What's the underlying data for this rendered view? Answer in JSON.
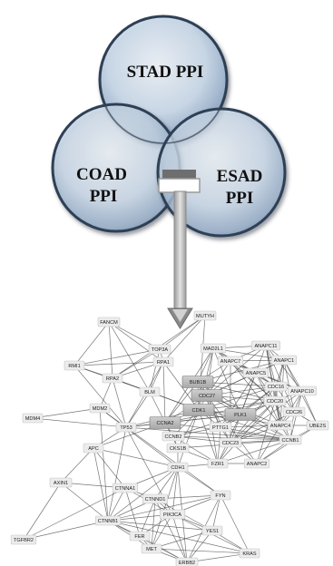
{
  "venn": {
    "top": {
      "label": "STAD PPI"
    },
    "left": {
      "label_line1": "COAD",
      "label_line2": "PPI"
    },
    "right": {
      "label_line1": "ESAD",
      "label_line2": "PPI"
    }
  },
  "network": {
    "nodes": [
      {
        "id": "FANCM",
        "label": "FANCM",
        "hub": false
      },
      {
        "id": "MUTYH",
        "label": "MUTYH",
        "hub": false
      },
      {
        "id": "TOP3A",
        "label": "TOP3A",
        "hub": false
      },
      {
        "id": "RMI1",
        "label": "RMI1",
        "hub": false
      },
      {
        "id": "RPA1",
        "label": "RPA1",
        "hub": false
      },
      {
        "id": "RPA2",
        "label": "RPA2",
        "hub": false
      },
      {
        "id": "MAD2L1",
        "label": "MAD2L1",
        "hub": false
      },
      {
        "id": "ANAPC11",
        "label": "ANAPC11",
        "hub": false
      },
      {
        "id": "ANAPC7",
        "label": "ANAPC7",
        "hub": false
      },
      {
        "id": "ANAPC1",
        "label": "ANAPC1",
        "hub": false
      },
      {
        "id": "ANAPC5",
        "label": "ANAPC5",
        "hub": false
      },
      {
        "id": "BUB1B",
        "label": "BUB1B",
        "hub": true
      },
      {
        "id": "BLM",
        "label": "BLM",
        "hub": false
      },
      {
        "id": "CDC27",
        "label": "CDC27",
        "hub": true
      },
      {
        "id": "CDC16",
        "label": "CDC16",
        "hub": false
      },
      {
        "id": "ANAPC10",
        "label": "ANAPC10",
        "hub": false
      },
      {
        "id": "MDM2",
        "label": "MDM2",
        "hub": false
      },
      {
        "id": "CDC20",
        "label": "CDC20",
        "hub": false
      },
      {
        "id": "CDK1",
        "label": "CDK1",
        "hub": true
      },
      {
        "id": "MDM4",
        "label": "MDM4",
        "hub": false
      },
      {
        "id": "TP53",
        "label": "TP53",
        "hub": false
      },
      {
        "id": "CCNA2",
        "label": "CCNA2",
        "hub": true
      },
      {
        "id": "PLK1",
        "label": "PLK1",
        "hub": true
      },
      {
        "id": "CDC26",
        "label": "CDC26",
        "hub": false
      },
      {
        "id": "PTTG1",
        "label": "PTTG1",
        "hub": false
      },
      {
        "id": "ANAPC4",
        "label": "ANAPC4",
        "hub": false
      },
      {
        "id": "UBE2S",
        "label": "UBE2S",
        "hub": false
      },
      {
        "id": "CCNB2",
        "label": "CCNB2",
        "hub": false
      },
      {
        "id": "CDC23",
        "label": "CDC23",
        "hub": false
      },
      {
        "id": "CCNB1",
        "label": "CCNB1",
        "hub": false
      },
      {
        "id": "APC",
        "label": "APC",
        "hub": false
      },
      {
        "id": "CKS1B",
        "label": "CKS1B",
        "hub": false
      },
      {
        "id": "FZR1",
        "label": "FZR1",
        "hub": false
      },
      {
        "id": "ANAPC2",
        "label": "ANAPC2",
        "hub": false
      },
      {
        "id": "CDH1",
        "label": "CDH1",
        "hub": false
      },
      {
        "id": "AXIN1",
        "label": "AXIN1",
        "hub": false
      },
      {
        "id": "CTNNA1",
        "label": "CTNNA1",
        "hub": false
      },
      {
        "id": "CTNND1",
        "label": "CTNND1",
        "hub": false
      },
      {
        "id": "FYN",
        "label": "FYN",
        "hub": false
      },
      {
        "id": "PIK3CA",
        "label": "PIK3CA",
        "hub": false
      },
      {
        "id": "CTNNB1",
        "label": "CTNNB1",
        "hub": false
      },
      {
        "id": "YES1",
        "label": "YES1",
        "hub": false
      },
      {
        "id": "FER",
        "label": "FER",
        "hub": false
      },
      {
        "id": "TGFBR2",
        "label": "TGFBR2",
        "hub": false
      },
      {
        "id": "MET",
        "label": "MET",
        "hub": false
      },
      {
        "id": "ERBB2",
        "label": "ERBB2",
        "hub": false
      },
      {
        "id": "KRAS",
        "label": "KRAS",
        "hub": false
      }
    ],
    "edges": [
      [
        "FANCM",
        "TOP3A"
      ],
      [
        "FANCM",
        "RMI1"
      ],
      [
        "FANCM",
        "RPA1"
      ],
      [
        "FANCM",
        "RPA2"
      ],
      [
        "FANCM",
        "BLM"
      ],
      [
        "RMI1",
        "TOP3A"
      ],
      [
        "RMI1",
        "RPA1"
      ],
      [
        "RMI1",
        "RPA2"
      ],
      [
        "RMI1",
        "BLM"
      ],
      [
        "RMI1",
        "TP53"
      ],
      [
        "TOP3A",
        "RPA1"
      ],
      [
        "TOP3A",
        "BLM"
      ],
      [
        "TOP3A",
        "RPA2"
      ],
      [
        "TOP3A",
        "MUTYH"
      ],
      [
        "MUTYH",
        "RPA1"
      ],
      [
        "MUTYH",
        "RPA2"
      ],
      [
        "MUTYH",
        "CDK1"
      ],
      [
        "RPA1",
        "RPA2"
      ],
      [
        "RPA1",
        "BLM"
      ],
      [
        "RPA1",
        "TP53"
      ],
      [
        "RPA1",
        "CDK1"
      ],
      [
        "RPA1",
        "CCNA2"
      ],
      [
        "RPA2",
        "BLM"
      ],
      [
        "RPA2",
        "TP53"
      ],
      [
        "RPA2",
        "CDK1"
      ],
      [
        "RPA2",
        "MDM2"
      ],
      [
        "BLM",
        "TP53"
      ],
      [
        "BLM",
        "CDK1"
      ],
      [
        "BLM",
        "CCNA2"
      ],
      [
        "MDM2",
        "TP53"
      ],
      [
        "MDM2",
        "MDM4"
      ],
      [
        "MDM4",
        "TP53"
      ],
      [
        "MDM2",
        "CDH1"
      ],
      [
        "MDM2",
        "CTNNB1"
      ],
      [
        "TP53",
        "CDK1"
      ],
      [
        "TP53",
        "CCNA2"
      ],
      [
        "TP53",
        "PLK1"
      ],
      [
        "TP53",
        "CCNB1"
      ],
      [
        "TP53",
        "CTNNB1"
      ],
      [
        "TP53",
        "PIK3CA"
      ],
      [
        "TP53",
        "APC"
      ],
      [
        "TP53",
        "FYN"
      ],
      [
        "CCNA2",
        "CDK1"
      ],
      [
        "CCNA2",
        "CCNB2"
      ],
      [
        "CCNA2",
        "CKS1B"
      ],
      [
        "CCNA2",
        "CCNB1"
      ],
      [
        "CCNA2",
        "CDC20"
      ],
      [
        "CCNA2",
        "PLK1"
      ],
      [
        "CCNA2",
        "BUB1B"
      ],
      [
        "CCNA2",
        "CDC27"
      ],
      [
        "CCNA2",
        "MAD2L1"
      ],
      [
        "CDK1",
        "PLK1"
      ],
      [
        "CDK1",
        "CCNB1"
      ],
      [
        "CDK1",
        "CCNB2"
      ],
      [
        "CDK1",
        "CDC20"
      ],
      [
        "CDK1",
        "CKS1B"
      ],
      [
        "CDK1",
        "BUB1B"
      ],
      [
        "CDK1",
        "MAD2L1"
      ],
      [
        "CDK1",
        "CDC27"
      ],
      [
        "CDK1",
        "PTTG1"
      ],
      [
        "CDK1",
        "FZR1"
      ],
      [
        "CDK1",
        "CDC16"
      ],
      [
        "CDK1",
        "ANAPC4"
      ],
      [
        "PLK1",
        "CCNB1"
      ],
      [
        "PLK1",
        "CDC20"
      ],
      [
        "PLK1",
        "BUB1B"
      ],
      [
        "PLK1",
        "MAD2L1"
      ],
      [
        "PLK1",
        "CDC16"
      ],
      [
        "PLK1",
        "CDC27"
      ],
      [
        "PLK1",
        "PTTG1"
      ],
      [
        "PLK1",
        "CCNB2"
      ],
      [
        "PLK1",
        "FZR1"
      ],
      [
        "PLK1",
        "ANAPC5"
      ],
      [
        "BUB1B",
        "MAD2L1"
      ],
      [
        "BUB1B",
        "CDC20"
      ],
      [
        "BUB1B",
        "CDC27"
      ],
      [
        "BUB1B",
        "CDC16"
      ],
      [
        "BUB1B",
        "ANAPC7"
      ],
      [
        "BUB1B",
        "ANAPC1"
      ],
      [
        "BUB1B",
        "PTTG1"
      ],
      [
        "BUB1B",
        "CCNB1"
      ],
      [
        "MAD2L1",
        "CDC20"
      ],
      [
        "MAD2L1",
        "ANAPC11"
      ],
      [
        "MAD2L1",
        "ANAPC7"
      ],
      [
        "MAD2L1",
        "CDC27"
      ],
      [
        "MAD2L1",
        "ANAPC5"
      ],
      [
        "MAD2L1",
        "CDC16"
      ],
      [
        "MAD2L1",
        "ANAPC1"
      ],
      [
        "ANAPC11",
        "ANAPC7"
      ],
      [
        "ANAPC11",
        "ANAPC1"
      ],
      [
        "ANAPC11",
        "ANAPC5"
      ],
      [
        "ANAPC11",
        "CDC16"
      ],
      [
        "ANAPC11",
        "CDC20"
      ],
      [
        "ANAPC11",
        "ANAPC10"
      ],
      [
        "ANAPC11",
        "CDC27"
      ],
      [
        "ANAPC11",
        "ANAPC4"
      ],
      [
        "ANAPC11",
        "CDC26"
      ],
      [
        "ANAPC7",
        "ANAPC1"
      ],
      [
        "ANAPC7",
        "ANAPC5"
      ],
      [
        "ANAPC7",
        "CDC16"
      ],
      [
        "ANAPC7",
        "CDC27"
      ],
      [
        "ANAPC7",
        "CDC20"
      ],
      [
        "ANAPC7",
        "ANAPC10"
      ],
      [
        "ANAPC7",
        "ANAPC4"
      ],
      [
        "ANAPC7",
        "CDC23"
      ],
      [
        "ANAPC1",
        "ANAPC5"
      ],
      [
        "ANAPC1",
        "CDC16"
      ],
      [
        "ANAPC1",
        "CDC20"
      ],
      [
        "ANAPC1",
        "ANAPC10"
      ],
      [
        "ANAPC1",
        "ANAPC4"
      ],
      [
        "ANAPC1",
        "CDC26"
      ],
      [
        "ANAPC1",
        "CDC27"
      ],
      [
        "ANAPC1",
        "UBE2S"
      ],
      [
        "ANAPC5",
        "CDC16"
      ],
      [
        "ANAPC5",
        "CDC20"
      ],
      [
        "ANAPC5",
        "CDC27"
      ],
      [
        "ANAPC5",
        "ANAPC10"
      ],
      [
        "ANAPC5",
        "ANAPC4"
      ],
      [
        "ANAPC5",
        "CDC23"
      ],
      [
        "ANAPC5",
        "PTTG1"
      ],
      [
        "CDC27",
        "CDC16"
      ],
      [
        "CDC27",
        "CDC20"
      ],
      [
        "CDC27",
        "PTTG1"
      ],
      [
        "CDC27",
        "CDC23"
      ],
      [
        "CDC27",
        "ANAPC4"
      ],
      [
        "CDC27",
        "FZR1"
      ],
      [
        "CDC27",
        "ANAPC2"
      ],
      [
        "CDC16",
        "CDC20"
      ],
      [
        "CDC16",
        "ANAPC10"
      ],
      [
        "CDC16",
        "CDC26"
      ],
      [
        "CDC16",
        "ANAPC4"
      ],
      [
        "CDC16",
        "CDC23"
      ],
      [
        "CDC16",
        "PTTG1"
      ],
      [
        "CDC20",
        "ANAPC10"
      ],
      [
        "CDC20",
        "CDC26"
      ],
      [
        "CDC20",
        "ANAPC4"
      ],
      [
        "CDC20",
        "PTTG1"
      ],
      [
        "CDC20",
        "CCNB1"
      ],
      [
        "CDC20",
        "CDC23"
      ],
      [
        "CDC20",
        "FZR1"
      ],
      [
        "CDC20",
        "UBE2S"
      ],
      [
        "CDC20",
        "ANAPC2"
      ],
      [
        "ANAPC10",
        "CDC26"
      ],
      [
        "ANAPC10",
        "ANAPC4"
      ],
      [
        "ANAPC10",
        "UBE2S"
      ],
      [
        "ANAPC10",
        "CCNB1"
      ],
      [
        "ANAPC10",
        "CDC23"
      ],
      [
        "CDC26",
        "ANAPC4"
      ],
      [
        "CDC26",
        "UBE2S"
      ],
      [
        "CDC26",
        "CCNB1"
      ],
      [
        "CDC26",
        "CDC23"
      ],
      [
        "ANAPC4",
        "UBE2S"
      ],
      [
        "ANAPC4",
        "CCNB1"
      ],
      [
        "ANAPC4",
        "CDC23"
      ],
      [
        "ANAPC4",
        "ANAPC2"
      ],
      [
        "ANAPC4",
        "PTTG1"
      ],
      [
        "PTTG1",
        "CDC23"
      ],
      [
        "PTTG1",
        "CCNB1"
      ],
      [
        "PTTG1",
        "FZR1"
      ],
      [
        "PTTG1",
        "CCNB2"
      ],
      [
        "CCNB1",
        "CCNB2"
      ],
      [
        "CCNB1",
        "CDC23"
      ],
      [
        "CCNB1",
        "UBE2S"
      ],
      [
        "CCNB1",
        "ANAPC2"
      ],
      [
        "CCNB1",
        "FZR1"
      ],
      [
        "CCNB2",
        "CKS1B"
      ],
      [
        "CCNB2",
        "CDC23"
      ],
      [
        "CCNB2",
        "FZR1"
      ],
      [
        "CDC23",
        "FZR1"
      ],
      [
        "CDC23",
        "ANAPC2"
      ],
      [
        "FZR1",
        "ANAPC2"
      ],
      [
        "UBE2S",
        "ANAPC2"
      ],
      [
        "CKS1B",
        "CDH1"
      ],
      [
        "CKS1B",
        "FZR1"
      ],
      [
        "CKS1B",
        "CCNB1"
      ],
      [
        "APC",
        "CDH1"
      ],
      [
        "APC",
        "CTNNB1"
      ],
      [
        "APC",
        "AXIN1"
      ],
      [
        "APC",
        "CTNNA1"
      ],
      [
        "APC",
        "CCNA2"
      ],
      [
        "CDH1",
        "CTNNA1"
      ],
      [
        "CDH1",
        "CTNND1"
      ],
      [
        "CDH1",
        "CTNNB1"
      ],
      [
        "CDH1",
        "FYN"
      ],
      [
        "CDH1",
        "PIK3CA"
      ],
      [
        "CDH1",
        "FZR1"
      ],
      [
        "CDH1",
        "CDK1"
      ],
      [
        "CDH1",
        "MET"
      ],
      [
        "CDH1",
        "ERBB2"
      ],
      [
        "AXIN1",
        "CTNNB1"
      ],
      [
        "AXIN1",
        "CTNNA1"
      ],
      [
        "AXIN1",
        "TGFBR2"
      ],
      [
        "CTNNA1",
        "CTNNB1"
      ],
      [
        "CTNNA1",
        "CTNND1"
      ],
      [
        "CTNNA1",
        "PIK3CA"
      ],
      [
        "CTNNA1",
        "FER"
      ],
      [
        "CTNND1",
        "CTNNB1"
      ],
      [
        "CTNND1",
        "FYN"
      ],
      [
        "CTNND1",
        "FER"
      ],
      [
        "CTNND1",
        "YES1"
      ],
      [
        "CTNND1",
        "PIK3CA"
      ],
      [
        "CTNND1",
        "MET"
      ],
      [
        "CTNND1",
        "ERBB2"
      ],
      [
        "CTNNB1",
        "PIK3CA"
      ],
      [
        "CTNNB1",
        "FER"
      ],
      [
        "CTNNB1",
        "MET"
      ],
      [
        "CTNNB1",
        "ERBB2"
      ],
      [
        "CTNNB1",
        "KRAS"
      ],
      [
        "CTNNB1",
        "TGFBR2"
      ],
      [
        "CTNNB1",
        "YES1"
      ],
      [
        "CTNNB1",
        "FYN"
      ],
      [
        "FYN",
        "PIK3CA"
      ],
      [
        "FYN",
        "YES1"
      ],
      [
        "FYN",
        "KRAS"
      ],
      [
        "FYN",
        "ERBB2"
      ],
      [
        "PIK3CA",
        "YES1"
      ],
      [
        "PIK3CA",
        "MET"
      ],
      [
        "PIK3CA",
        "ERBB2"
      ],
      [
        "PIK3CA",
        "KRAS"
      ],
      [
        "PIK3CA",
        "FER"
      ],
      [
        "YES1",
        "MET"
      ],
      [
        "YES1",
        "ERBB2"
      ],
      [
        "YES1",
        "KRAS"
      ],
      [
        "MET",
        "ERBB2"
      ],
      [
        "MET",
        "KRAS"
      ],
      [
        "MET",
        "FER"
      ],
      [
        "ERBB2",
        "KRAS"
      ],
      [
        "FER",
        "ERBB2"
      ],
      [
        "TGFBR2",
        "CTNNA1"
      ]
    ]
  }
}
